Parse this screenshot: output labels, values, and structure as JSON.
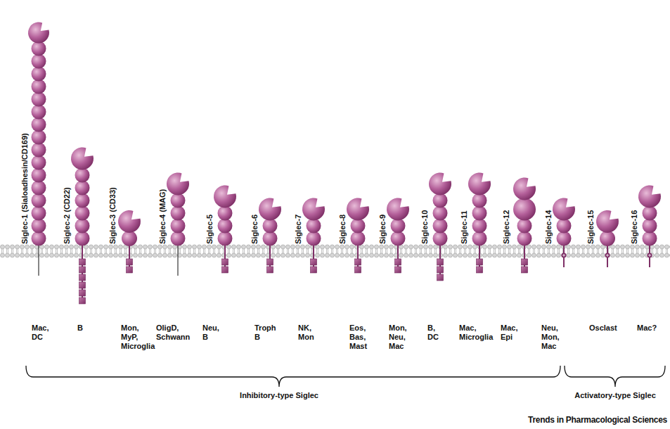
{
  "diagram": {
    "labels": [
      "Siglec-1 (Sialoadhesin/CD169)",
      "Siglec-2 (CD22)",
      "Siglec-3 (CD33)",
      "Siglec-4 (MAG)",
      "Siglec-5",
      "Siglec-6",
      "Siglec-7",
      "Siglec-8",
      "Siglec-9",
      "Siglec-10",
      "Siglec-11",
      "Siglec-12",
      "Siglec-14",
      "Siglec-15",
      "Siglec-16",
      "Mac, DC",
      "B",
      "Mon, MyP, Microglia",
      "OligD, Schwann",
      "Neu, B",
      "Troph B",
      "NK, Mon",
      "Eos, Bas, Mast",
      "Mon, Neu, Mac",
      "B, DC",
      "Mac, Microglia",
      "Mac, Epi",
      "Neu, Mon, Mac",
      "Osclast",
      "Mac?",
      "Inhibitory-type Siglec",
      "Activatory-type Siglec",
      "Trends in Pharmacological Sciences"
    ]
  }
}
